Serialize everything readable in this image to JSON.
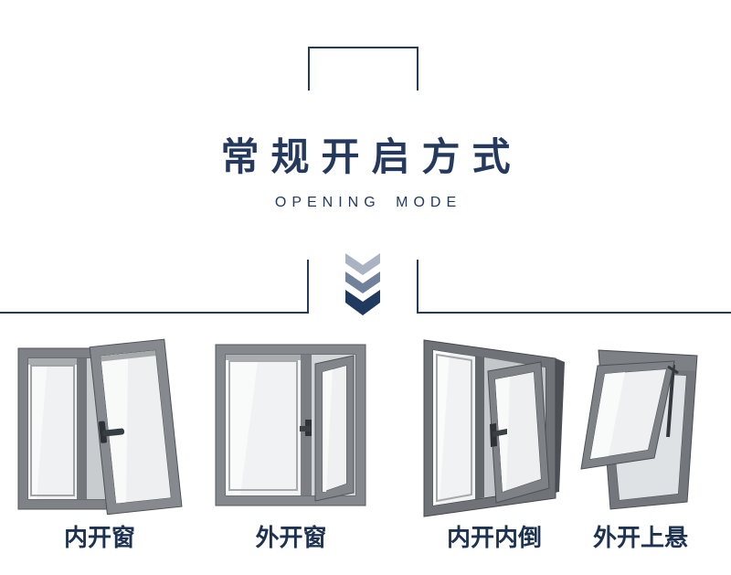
{
  "header": {
    "title": "常规开启方式",
    "subtitle": "OPENING MODE"
  },
  "windows": [
    {
      "id": "inward-opening",
      "label": "内开窗"
    },
    {
      "id": "outward-opening",
      "label": "外开窗"
    },
    {
      "id": "tilt-and-turn",
      "label": "内开内倒"
    },
    {
      "id": "top-hung",
      "label": "外开上悬"
    }
  ],
  "icons": {
    "chevrons": "triple-chevron-down-icon",
    "top_bracket": "bracket-decoration"
  },
  "colors": {
    "accent_navy": "#24395c",
    "label_navy": "#1d3150",
    "chevron_light": "#a9b3c1",
    "chevron_mid": "#70829b",
    "chevron_dark": "#1f3a5e",
    "frame_gray": "#7e8286",
    "frame_dark": "#53575b",
    "glass_white": "#eff1f2",
    "opening_shadow": "#c8ccce"
  }
}
